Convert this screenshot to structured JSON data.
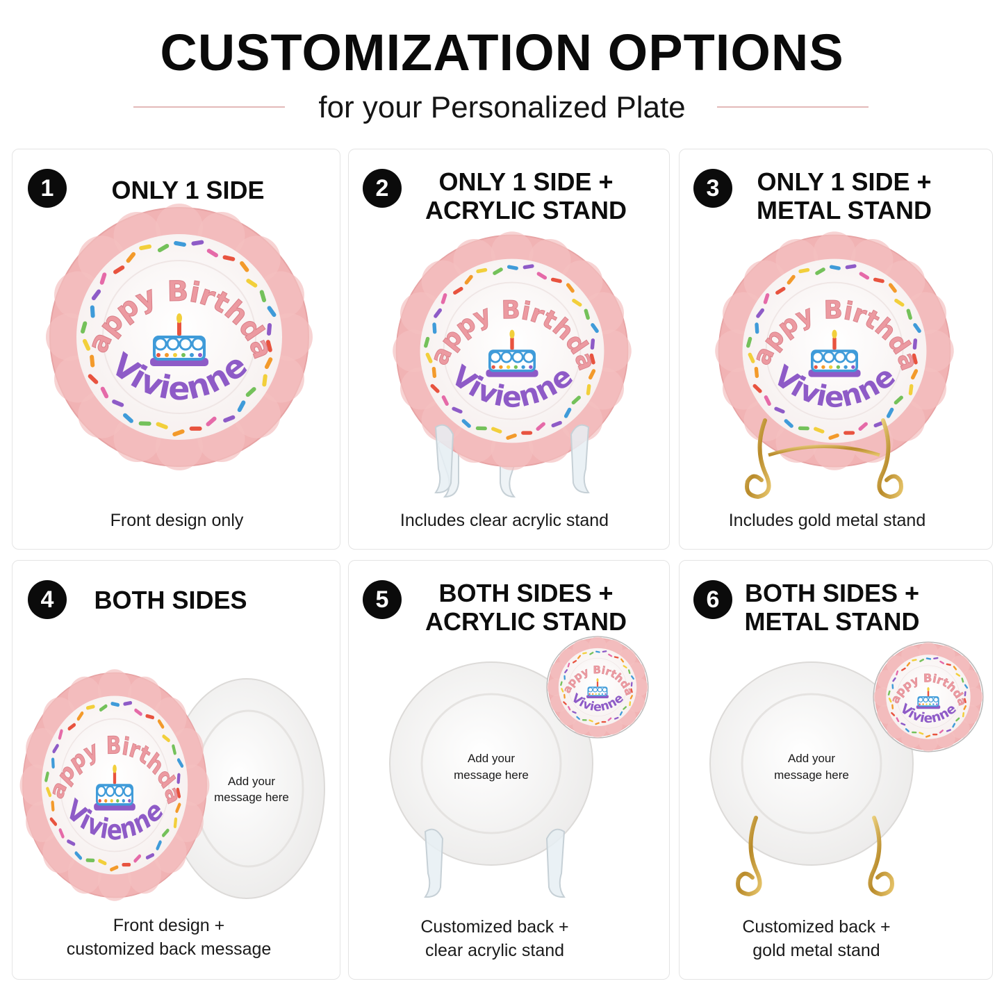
{
  "header": {
    "title": "CUSTOMIZATION OPTIONS",
    "subtitle": "for your Personalized Plate"
  },
  "plate": {
    "line1": "Happy Birthday",
    "line2": "Vivienne",
    "back_message_1": "Add your",
    "back_message_2": "message here"
  },
  "colors": {
    "rim_pink": "#f1b3b4",
    "text_pink": "#ec9aa1",
    "gold": "#c9a445",
    "badge": "#0b0b0b"
  },
  "options": [
    {
      "number": "1",
      "title": "ONLY 1 SIDE",
      "caption": "Front design only",
      "stand": "none"
    },
    {
      "number": "2",
      "title": "ONLY 1 SIDE +\nACRYLIC STAND",
      "caption": "Includes clear acrylic stand",
      "stand": "acrylic"
    },
    {
      "number": "3",
      "title": "ONLY 1 SIDE +\nMETAL STAND",
      "caption": "Includes gold metal stand",
      "stand": "metal"
    },
    {
      "number": "4",
      "title": "BOTH SIDES",
      "caption": "Front design +\ncustomized back message",
      "stand": "none"
    },
    {
      "number": "5",
      "title": "BOTH SIDES +\nACRYLIC STAND",
      "caption": "Customized back +\nclear acrylic stand",
      "stand": "acrylic"
    },
    {
      "number": "6",
      "title": "BOTH SIDES +\nMETAL STAND",
      "caption": "Customized back +\ngold metal stand",
      "stand": "metal"
    }
  ]
}
